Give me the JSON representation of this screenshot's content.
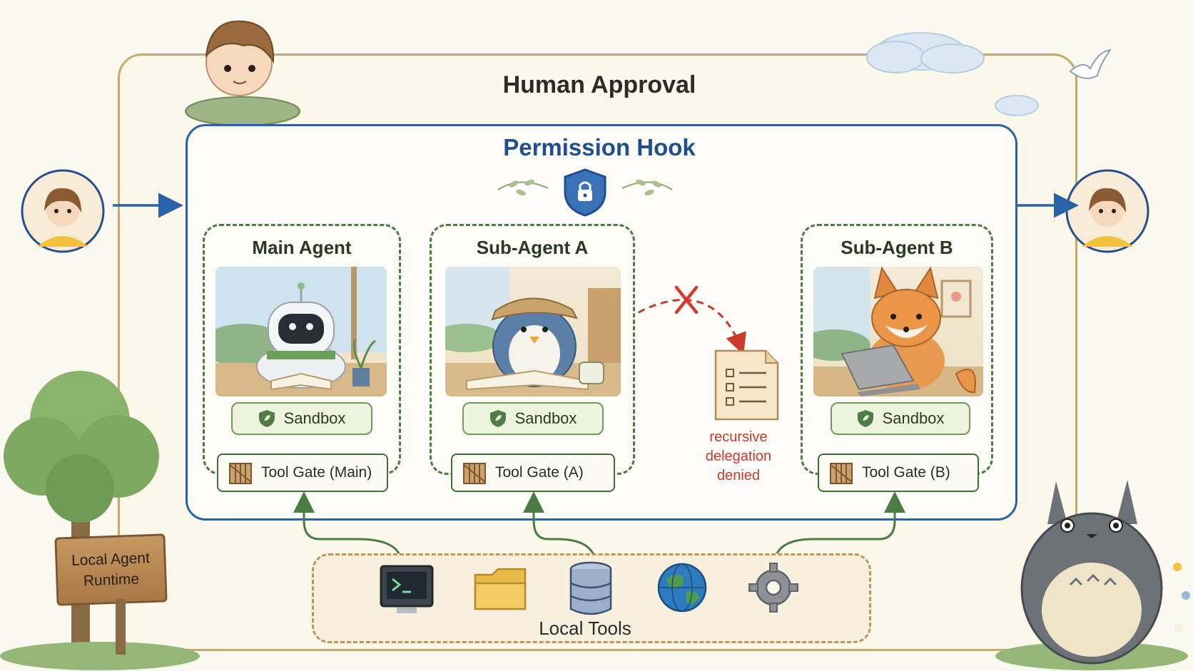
{
  "titles": {
    "human_approval": "Human Approval",
    "permission_hook": "Permission Hook"
  },
  "agents": [
    {
      "title": "Main Agent",
      "sandbox": "Sandbox",
      "gate": "Tool Gate (Main)",
      "illustration": "robot-icon"
    },
    {
      "title": "Sub-Agent A",
      "sandbox": "Sandbox",
      "gate": "Tool Gate (A)",
      "illustration": "penguin-icon"
    },
    {
      "title": "Sub-Agent B",
      "sandbox": "Sandbox",
      "gate": "Tool Gate (B)",
      "illustration": "fox-icon"
    }
  ],
  "delegation": {
    "note_lines": [
      "recursive",
      "delegation",
      "denied"
    ],
    "color": "#c93a2c"
  },
  "tools": {
    "label": "Local Tools",
    "icons": [
      "terminal-icon",
      "folder-icon",
      "database-icon",
      "globe-icon",
      "gear-icon"
    ]
  },
  "runtime_sign": {
    "lines": [
      "Local Agent",
      "Runtime"
    ]
  },
  "colors": {
    "hook_blue": "#2a62a7",
    "agent_green": "#4a7c43",
    "outer_tan": "#c9a86a",
    "denied_red": "#c93a2c"
  }
}
